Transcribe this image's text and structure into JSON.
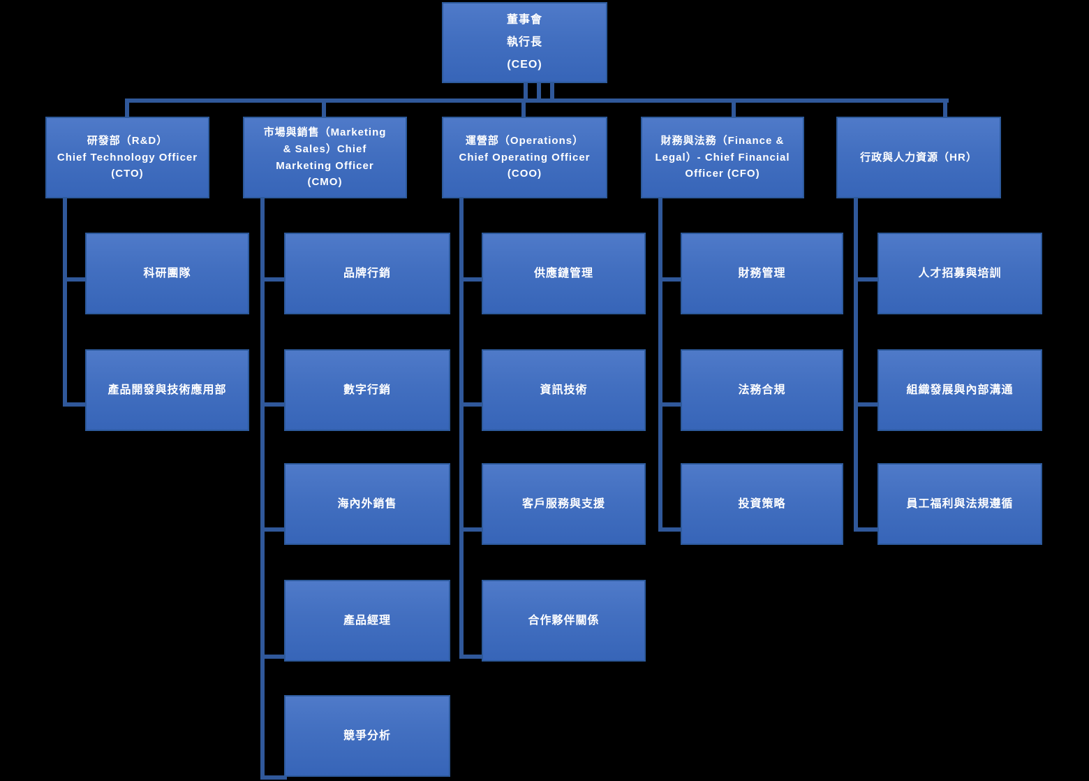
{
  "colors": {
    "background": "#000000",
    "box_fill_top": "#4f7ac9",
    "box_fill_bottom": "#3765b8",
    "box_border": "#2d5a9c",
    "connector": "#30589a",
    "text": "#ffffff"
  },
  "nodes": {
    "ceo": {
      "label": "董事會\n執行長\n(CEO)"
    },
    "departments": [
      {
        "label": "研發部（R&D）\nChief Technology Officer\n(CTO)",
        "children": [
          "科研團隊",
          "產品開發與技術應用部"
        ]
      },
      {
        "label": "市場與銷售（Marketing\n& Sales）Chief\nMarketing Officer\n(CMO)",
        "children": [
          "品牌行銷",
          "數字行銷",
          "海內外銷售",
          "產品經理",
          "競爭分析"
        ]
      },
      {
        "label": "運營部（Operations）\nChief Operating Officer\n(COO)",
        "children": [
          "供應鏈管理",
          "資訊技術",
          "客戶服務與支援",
          "合作夥伴關係"
        ]
      },
      {
        "label": "財務與法務（Finance &\nLegal）- Chief Financial\nOfficer (CFO)",
        "children": [
          "財務管理",
          "法務合規",
          "投資策略"
        ]
      },
      {
        "label": "行政與人力資源（HR）",
        "children": [
          "人才招募與培訓",
          "組織發展與內部溝通",
          "員工福利與法規遵循"
        ]
      }
    ]
  }
}
